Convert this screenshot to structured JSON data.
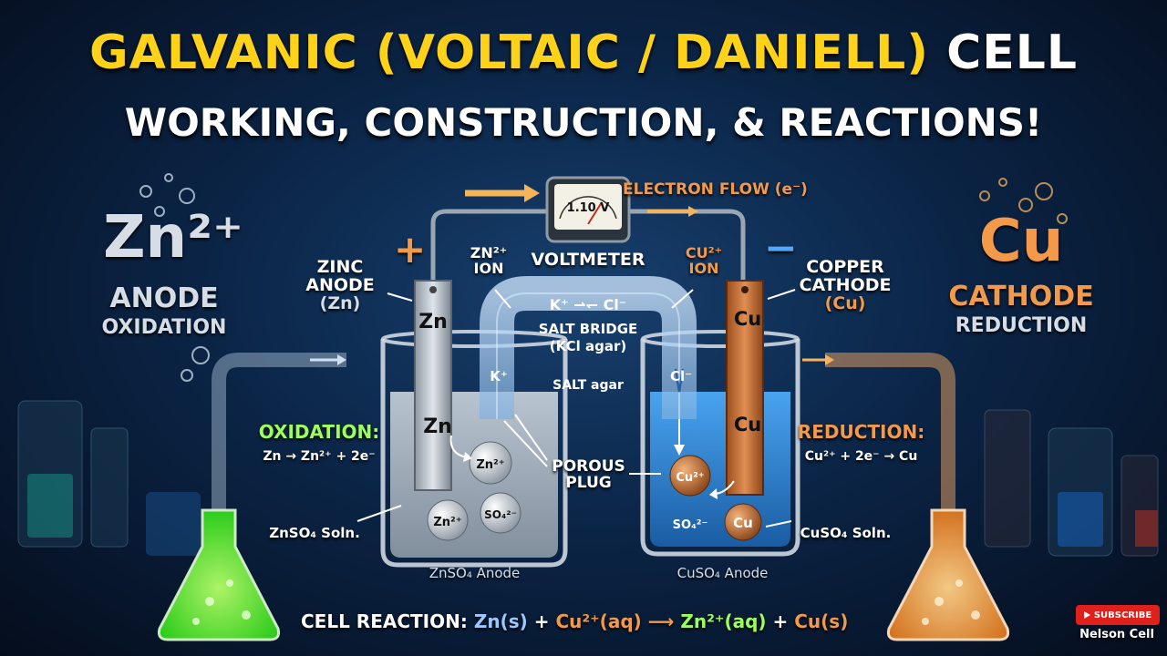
{
  "title": {
    "part1": "GALVANIC (VOLTAIC / DANIELL)",
    "part2": "CELL",
    "subtitle": "WORKING, CONSTRUCTION, & REACTIONS!"
  },
  "left_panel": {
    "ion": "Zn²⁺",
    "role": "ANODE",
    "process": "OXIDATION"
  },
  "right_panel": {
    "ion": "Cu",
    "role": "CATHODE",
    "process": "REDUCTION"
  },
  "voltmeter": {
    "reading": "1.10 V",
    "label": "VOLTMETER"
  },
  "electron_flow": "ELECTRON FLOW (e⁻)",
  "plus_sign": "+",
  "minus_sign": "−",
  "zinc_anode_label": [
    "ZINC",
    "ANODE",
    "(Zn)"
  ],
  "zn_ion_label": [
    "ZN²⁺",
    "ION"
  ],
  "cu_ion_label": [
    "CU²⁺",
    "ION"
  ],
  "copper_cathode_label": [
    "COPPER",
    "CATHODE",
    "(Cu)"
  ],
  "electrodes": {
    "zn_top": "Zn",
    "zn_mid": "Zn",
    "cu_top": "Cu",
    "cu_mid": "Cu"
  },
  "salt_bridge": {
    "ions": "K⁺  ⇀↽  Cl⁻",
    "label1": "SALT BRIDGE",
    "label2": "(KCl agar)",
    "label3": "SALT agar",
    "k_ion": "K⁺",
    "cl_ion": "Cl⁻"
  },
  "porous_plug": [
    "POROUS",
    "PLUG"
  ],
  "oxidation": {
    "heading": "OXIDATION:",
    "equation": "Zn → Zn²⁺ + 2e⁻"
  },
  "reduction": {
    "heading": "REDUCTION:",
    "equation": "Cu²⁺ + 2e⁻ → Cu"
  },
  "particles": {
    "zn_ion": "Zn²⁺",
    "so4": "SO₄²⁻",
    "cu_ion": "Cu²⁺",
    "cu": "Cu"
  },
  "znso4_soln": "ZnSO₄ Soln.",
  "cuso4_soln": "CuSO₄ Soln.",
  "left_beaker_caption": "ZnSO₄ Anode",
  "right_beaker_caption": "CuSO₄ Anode",
  "cell_reaction": {
    "label": "CELL REACTION:",
    "zn": "Zn(s)",
    "plus1": "+",
    "cu2": "Cu²⁺(aq)",
    "arrow": "⟶",
    "zn2": "Zn²⁺(aq)",
    "plus2": "+",
    "cu": "Cu(s)"
  },
  "subscribe": {
    "button": "SUBSCRIBE",
    "channel": "Nelson Cell"
  },
  "colors": {
    "title_yellow": "#ffd21a",
    "zinc_silver": "#c9d1da",
    "copper": "#c8763a",
    "zn_solution": "#b8c4cf",
    "cu_solution": "#2e8fd6",
    "left_flask": "#5cff3a",
    "right_flask": "#ff9a3c"
  }
}
